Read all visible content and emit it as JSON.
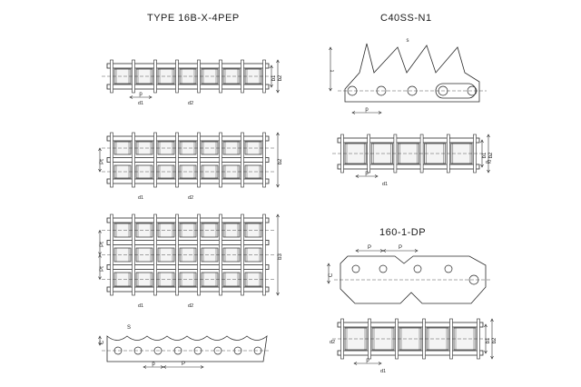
{
  "titles": {
    "quad": "TYPE 16B-X-4PEP",
    "c40": "C40SS-N1",
    "dp": "160-1-DP"
  },
  "dims": {
    "p": "p",
    "P": "P",
    "b1": "b1",
    "b2": "b2",
    "b3": "b3",
    "d1": "d1",
    "d2": "d2",
    "Pt": "Pt",
    "s": "s",
    "t": "t",
    "C": "C",
    "S": "S"
  },
  "colors": {
    "line": "#2a2a2a",
    "roller": "#f4f4f4",
    "hatch": "#555555"
  }
}
